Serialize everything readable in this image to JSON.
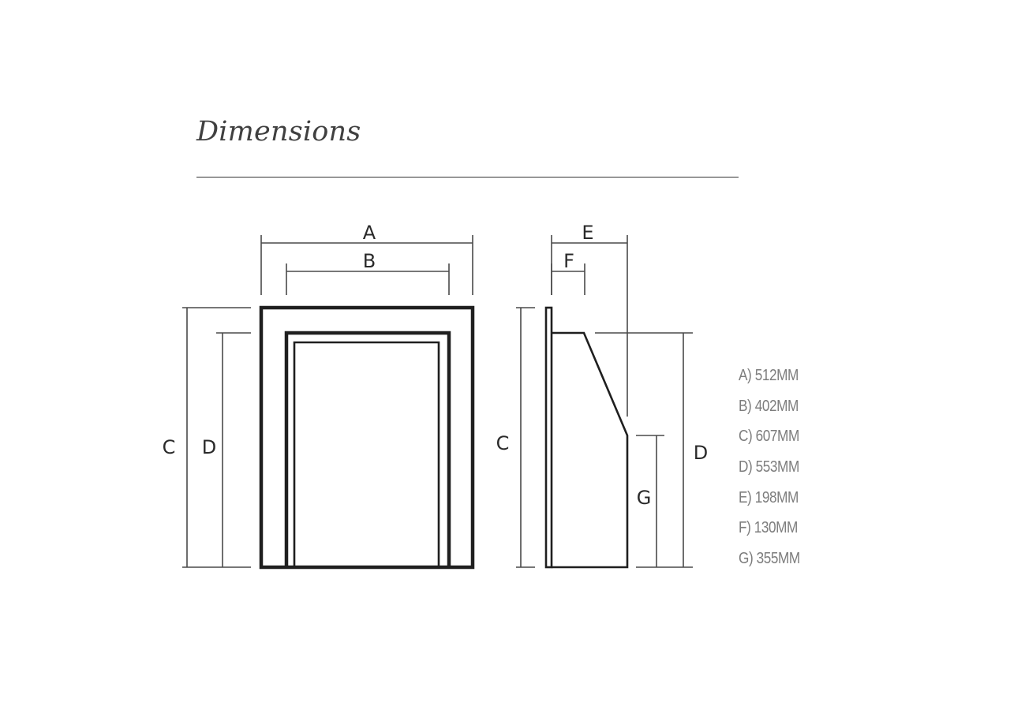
{
  "title": "Dimensions",
  "front_view": {
    "labels": {
      "a": "A",
      "b": "B",
      "c": "C",
      "d": "D"
    }
  },
  "side_view": {
    "labels": {
      "c": "C",
      "d": "D",
      "e": "E",
      "f": "F",
      "g": "G"
    }
  },
  "legend": [
    "A) 512MM",
    "B) 402MM",
    "C) 607MM",
    "D) 553MM",
    "E) 198MM",
    "F) 130MM",
    "G) 355MM"
  ],
  "colors": {
    "outline": "#1f1f1f",
    "dimension_line": "#4a4a4a",
    "legend_text": "#7d7d7d",
    "title_text": "#404040"
  }
}
